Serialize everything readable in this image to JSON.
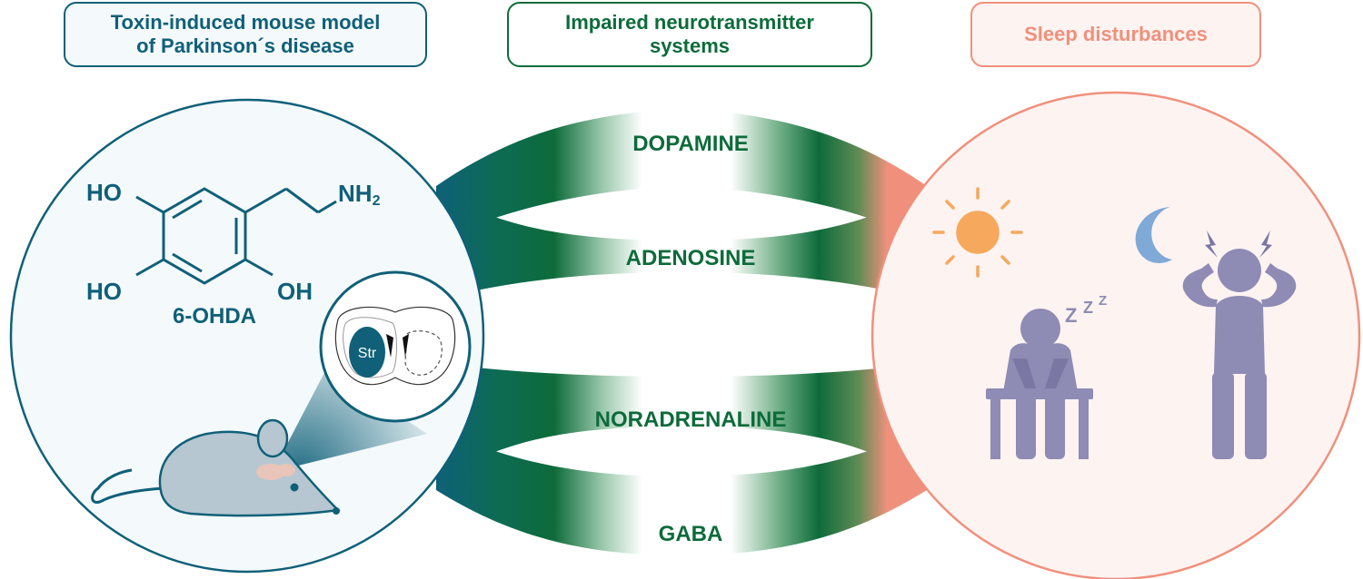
{
  "headers": {
    "left": [
      "Toxin-induced mouse model",
      "of Parkinson´s disease"
    ],
    "middle": [
      "Impaired neurotransmitter",
      "systems"
    ],
    "right": "Sleep disturbances"
  },
  "molecule": {
    "label": "6-OHDA",
    "groups": {
      "ho_top": "HO",
      "nh2": "NH",
      "nh2_sub": "2",
      "ho_bottom": "HO",
      "oh_bottom": "OH"
    }
  },
  "brain_section": {
    "region_label": "Str"
  },
  "neurotransmitters": [
    "DOPAMINE",
    "ADENOSINE",
    "NORADRENALINE",
    "GABA"
  ],
  "colors": {
    "teal": "#0f6078",
    "dark_green": "#0d6b3a",
    "salmon": "#f0907c",
    "figure_purple": "#8e8bb4",
    "sun": "#f6a85c",
    "moon": "#7fa9d6",
    "mouse": "#b6c7d2"
  },
  "icons": [
    "benzene-ring-icon",
    "brain-section-icon",
    "mouse-icon",
    "sun-icon",
    "moon-icon",
    "sleeping-person-icon",
    "sleep-zzz-icon",
    "stressed-person-icon",
    "lightning-icon"
  ]
}
